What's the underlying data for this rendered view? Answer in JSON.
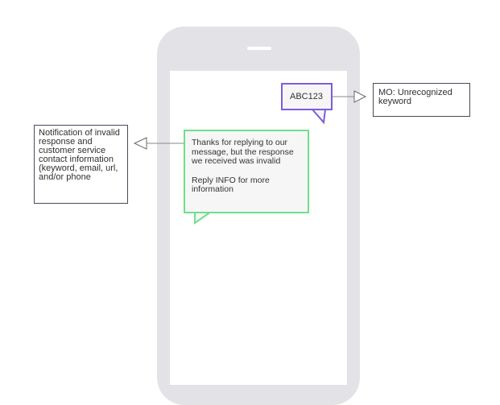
{
  "mo_message": {
    "text": "ABC123"
  },
  "response_message": {
    "line_1": "Thanks for replying to our message, but the response we received was invalid",
    "line_2": "Reply INFO for more information"
  },
  "annotations": {
    "mo_label": "MO: Unrecognized keyword",
    "response_label": "Notification of invalid response and customer service contact information (keyword, email, url, and/or phone"
  },
  "colors": {
    "mo_bubble_border": "#7c5ce0",
    "response_bubble_border": "#6de08a",
    "phone_body": "#e3e3e7"
  }
}
